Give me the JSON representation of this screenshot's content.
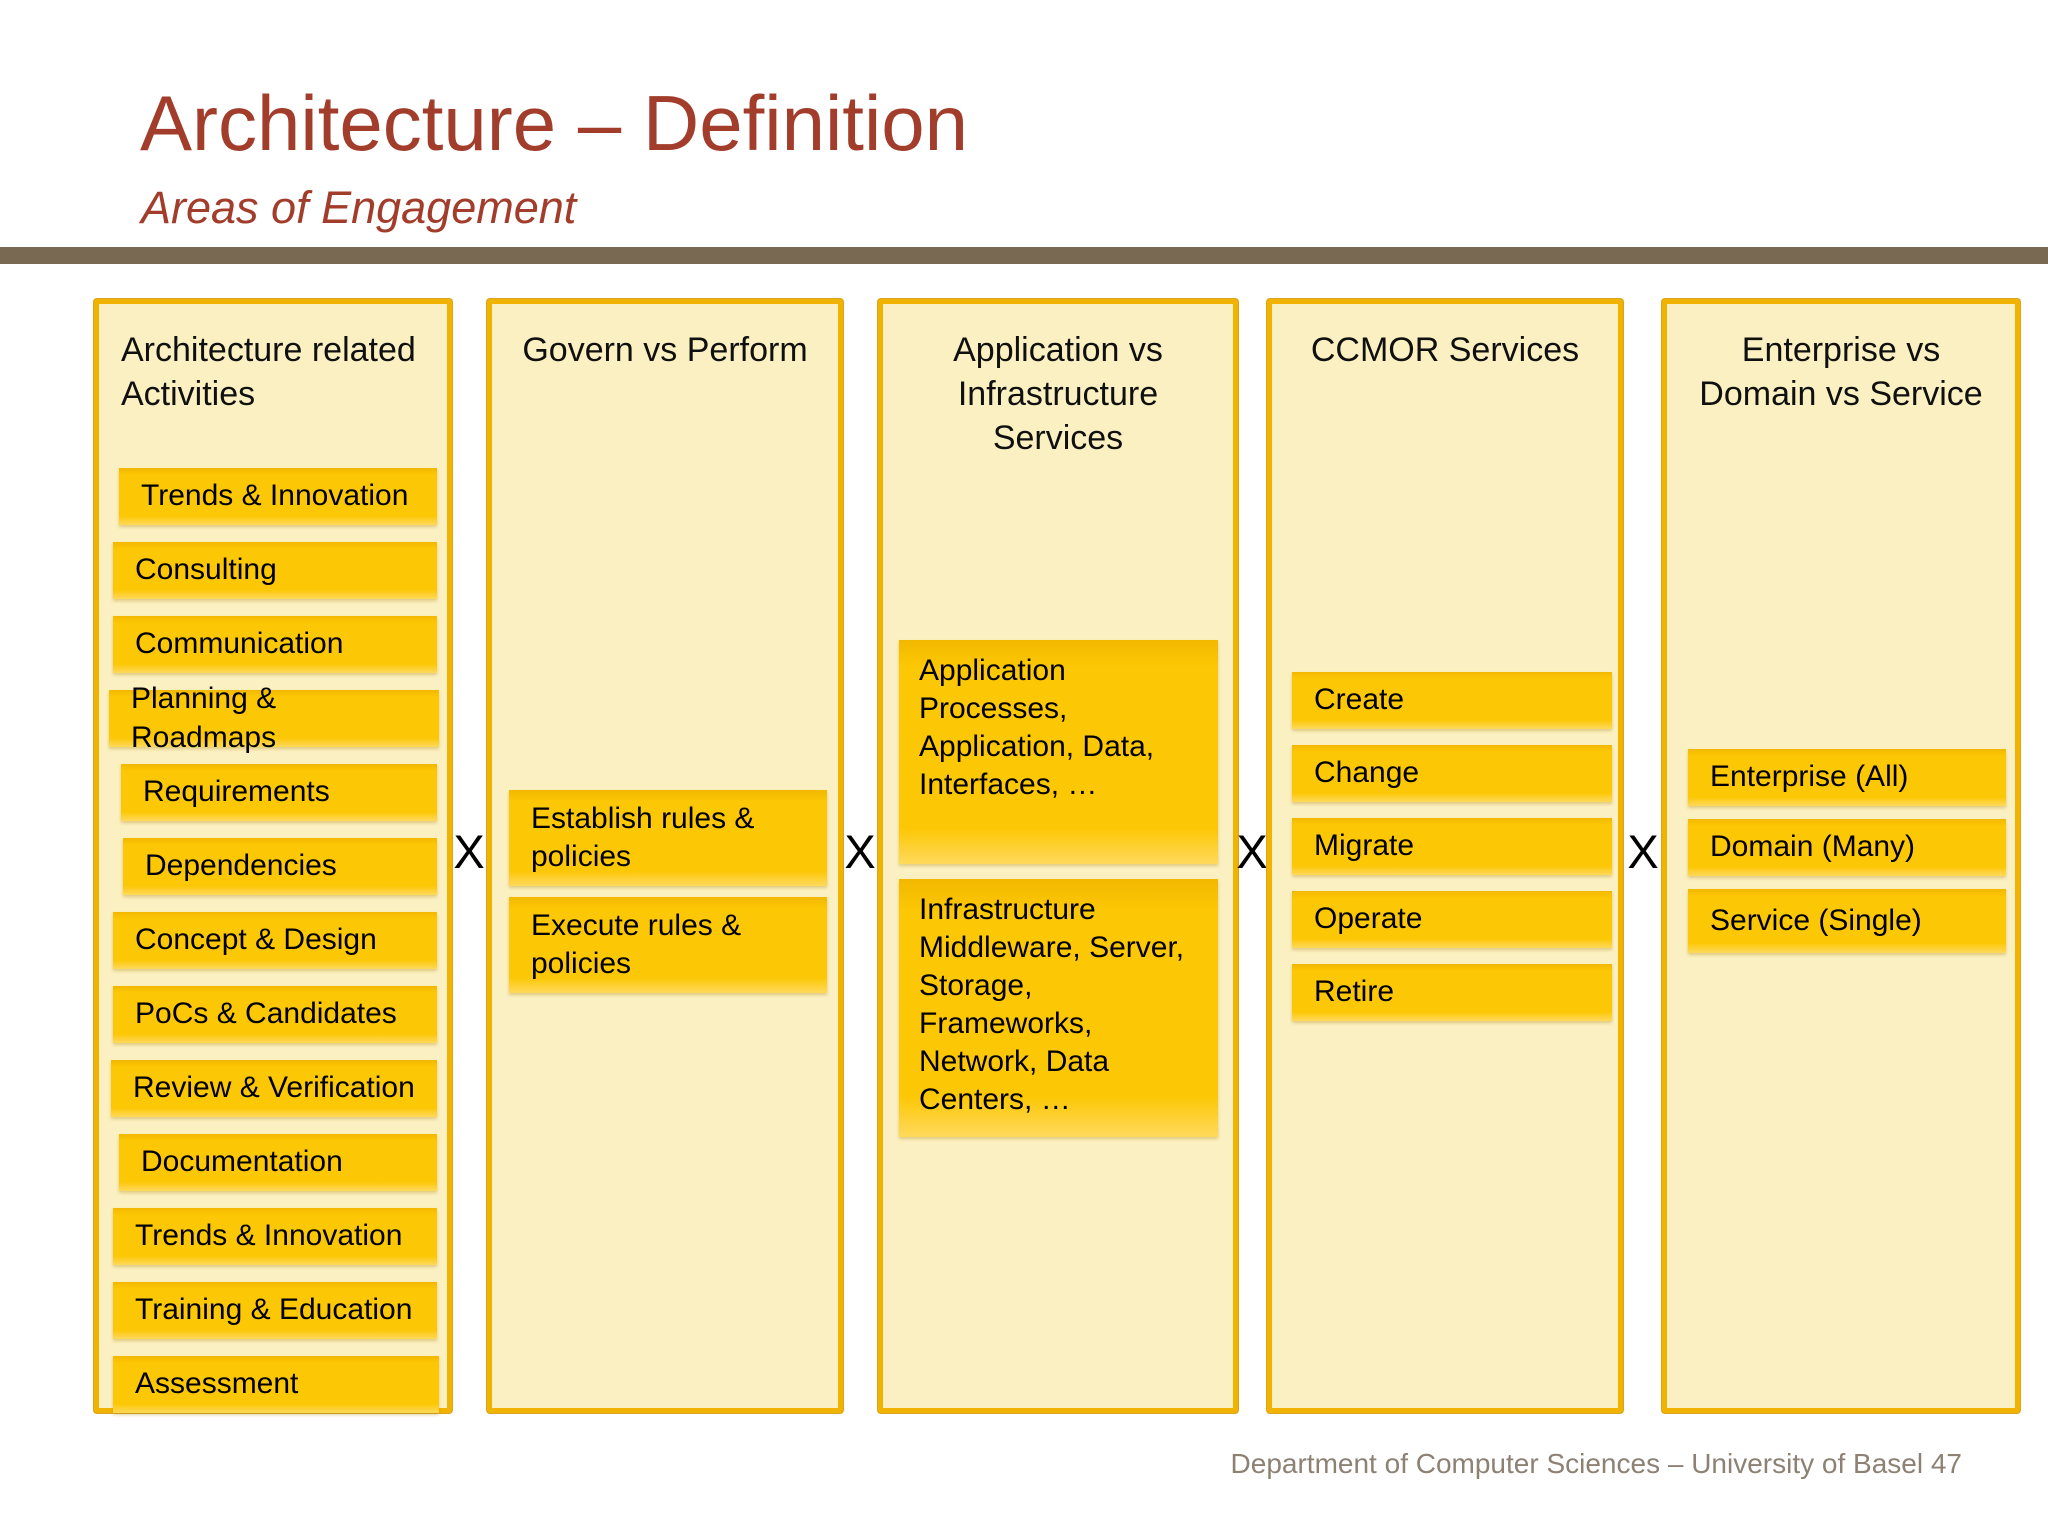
{
  "slide": {
    "title": "Architecture – Definition",
    "subtitle": "Areas of Engagement",
    "separator": "X",
    "footer": "Department of Computer Sciences – University of Basel 47"
  },
  "colors": {
    "title_text": "#A23C2B",
    "divider_rule": "#796852",
    "panel_background": "#FBF0C1",
    "panel_border": "#F2B200",
    "item_background": "#FCC704",
    "item_text": "#000000",
    "footer_text": "#8D8174",
    "page_background": "#FFFFFF"
  },
  "columns": [
    {
      "id": "architecture-related-activities",
      "header": "Architecture related Activities",
      "items": [
        "Trends & Innovation",
        "Consulting",
        "Communication",
        "Planning & Roadmaps",
        "Requirements",
        "Dependencies",
        "Concept & Design",
        "PoCs & Candidates",
        "Review & Verification",
        "Documentation",
        "Trends & Innovation",
        "Training & Education",
        "Assessment"
      ]
    },
    {
      "id": "govern-vs-perform",
      "header": "Govern vs Perform",
      "items": [
        "Establish rules & policies",
        "Execute rules & policies"
      ]
    },
    {
      "id": "application-vs-infrastructure-services",
      "header": "Application vs Infrastructure Services",
      "items": [
        "Application Processes, Application, Data, Interfaces, …",
        "Infrastructure Middleware, Server, Storage, Frameworks, Network, Data Centers, …"
      ]
    },
    {
      "id": "ccmor-services",
      "header": "CCMOR Services",
      "items": [
        "Create",
        "Change",
        "Migrate",
        "Operate",
        "Retire"
      ]
    },
    {
      "id": "enterprise-vs-domain-vs-service",
      "header": "Enterprise vs Domain vs Service",
      "items": [
        "Enterprise (All)",
        "Domain (Many)",
        "Service (Single)"
      ]
    }
  ]
}
